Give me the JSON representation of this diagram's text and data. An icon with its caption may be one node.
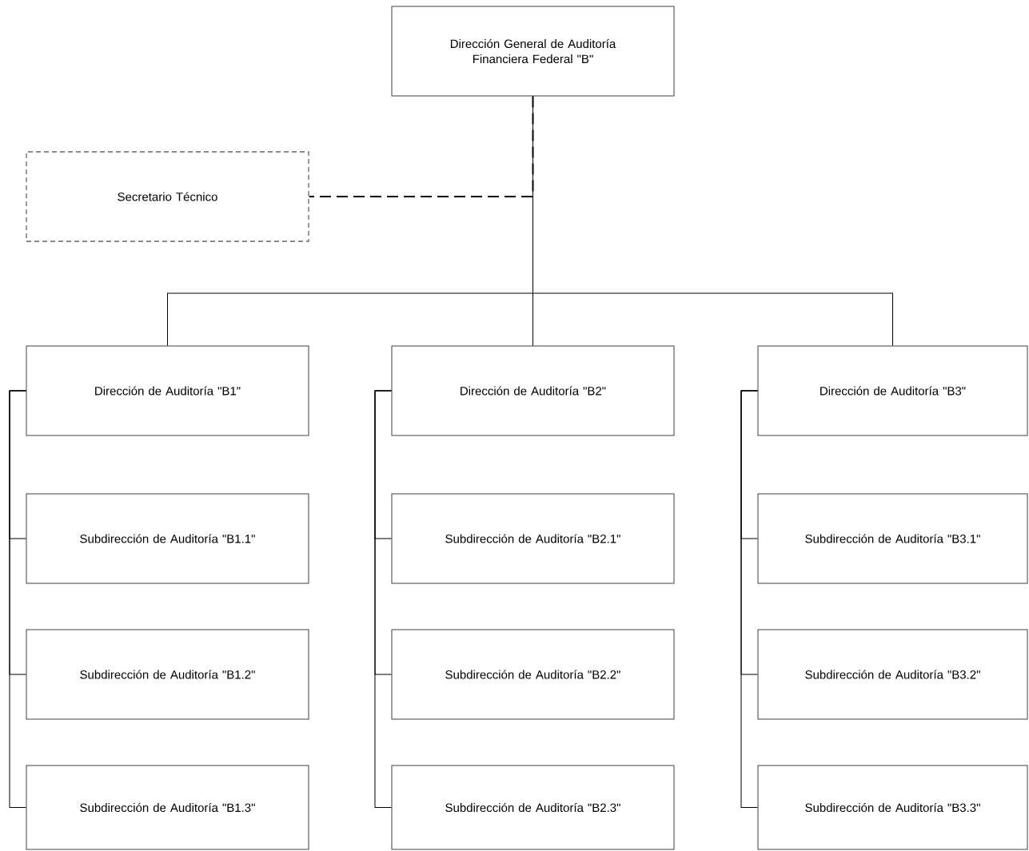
{
  "diagram": {
    "nodes": [
      {
        "text": [
          "Dirección General de Auditoría Financiera Federal \"B\""
        ]
      },
      {
        "text": [
          "Secretario Técnico"
        ]
      },
      {
        "text": [
          "Dirección de Auditoría \"B1\""
        ]
      },
      {
        "text": [
          "Dirección de Auditoría \"B2\""
        ]
      },
      {
        "text": [
          "Dirección de Auditoría \"B3\""
        ]
      },
      {
        "text": [
          "Subdirección de Auditoría \"B1.1\""
        ]
      },
      {
        "text": [
          "Subdirección de Auditoría \"B1.2\""
        ]
      },
      {
        "text": [
          "Subdirección de Auditoría \"B1.3\""
        ]
      },
      {
        "text": [
          "Subdirección de Auditoría \"B2.1\""
        ]
      },
      {
        "text": [
          "Subdirección de Auditoría \"B2.2\""
        ]
      },
      {
        "text": [
          "Subdirección de Auditoría \"B2.3\""
        ]
      },
      {
        "text": [
          "Subdirección de Auditoría \"B3.1\""
        ]
      },
      {
        "text": [
          "Subdirección de Auditoría \"B3.2\""
        ]
      },
      {
        "text": [
          "Subdirección de Auditoría \"B3.3\""
        ]
      }
    ],
    "edges": [
      {
        "from": 0,
        "to": 1,
        "arrow": "none",
        "style": "dashed"
      },
      {
        "from": 0,
        "to": 2,
        "arrow": "none"
      },
      {
        "from": 0,
        "to": 3,
        "arrow": "none"
      },
      {
        "from": 0,
        "to": 4,
        "arrow": "none"
      },
      {
        "from": 2,
        "to": 5,
        "arrow": "none"
      },
      {
        "from": 2,
        "to": 6,
        "arrow": "none"
      },
      {
        "from": 2,
        "to": 7,
        "arrow": "none"
      },
      {
        "from": 3,
        "to": 8,
        "arrow": "none"
      },
      {
        "from": 3,
        "to": 9,
        "arrow": "none"
      },
      {
        "from": 3,
        "to": 10,
        "arrow": "none"
      },
      {
        "from": 4,
        "to": 11,
        "arrow": "none"
      },
      {
        "from": 4,
        "to": 12,
        "arrow": "none"
      },
      {
        "from": 4,
        "to": 13,
        "arrow": "none"
      }
    ]
  }
}
